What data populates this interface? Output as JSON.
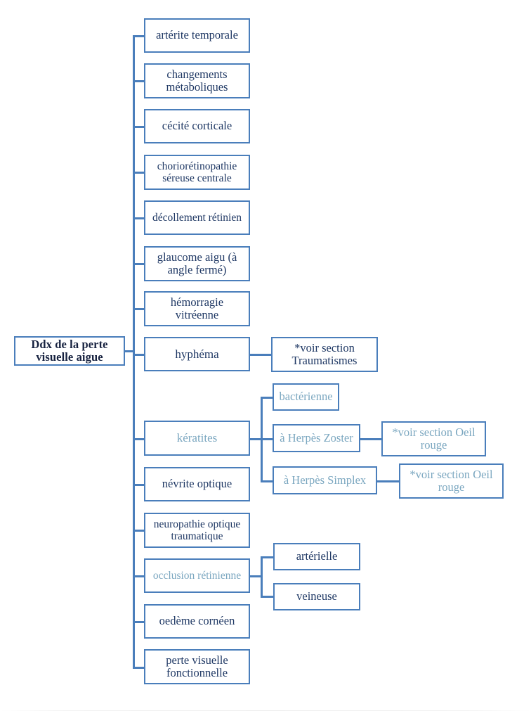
{
  "diagram": {
    "type": "tree",
    "title_node": "Ddx de la perte visuelle aigue",
    "root": {
      "label": "Ddx de la perte visuelle aigue",
      "style": "root-bold-dark"
    },
    "level1": [
      {
        "label": "artérite temporale",
        "style": "dark",
        "children": []
      },
      {
        "label": "changements métaboliques",
        "style": "dark",
        "children": []
      },
      {
        "label": "cécité corticale",
        "style": "dark",
        "children": []
      },
      {
        "label": "choriorétinopathie séreuse centrale",
        "style": "dark",
        "children": []
      },
      {
        "label": "décollement rétinien",
        "style": "dark",
        "children": []
      },
      {
        "label": "glaucome aigu (à angle fermé)",
        "style": "dark",
        "children": []
      },
      {
        "label": "hémorragie vitréenne",
        "style": "dark",
        "children": []
      },
      {
        "label": "hyphéma",
        "style": "dark",
        "children": [
          "*voir section Traumatismes"
        ]
      },
      {
        "label": "kératites",
        "style": "light",
        "children": [
          "bactérienne",
          "à Herpès Zoster",
          "à Herpès Simplex"
        ]
      },
      {
        "label": "névrite optique",
        "style": "dark",
        "children": []
      },
      {
        "label": "neuropathie optique traumatique",
        "style": "dark",
        "children": []
      },
      {
        "label": "occlusion rétinienne",
        "style": "light",
        "children": [
          "artérielle",
          "veineuse"
        ]
      },
      {
        "label": "oedème cornéen",
        "style": "dark",
        "children": []
      },
      {
        "label": "perte visuelle fonctionnelle",
        "style": "dark",
        "children": []
      }
    ],
    "nodes": {
      "arterite_temporale": {
        "line1": "artérite temporale",
        "line2": ""
      },
      "changements": {
        "line1": "changements",
        "line2": "métaboliques"
      },
      "cecite_corticale": {
        "line1": "cécité corticale",
        "line2": ""
      },
      "choriorétinopathie": {
        "line1": "choriorétinopathie",
        "line2": "séreuse centrale"
      },
      "decollement_retinien": {
        "line1": "décollement rétinien",
        "line2": ""
      },
      "glaucome_aigu": {
        "line1": "glaucome aigu (à",
        "line2": "angle fermé)"
      },
      "hemorragie_vitreenne": {
        "line1": "hémorragie",
        "line2": "vitréenne"
      },
      "hyphema": {
        "line1": "hyphéma",
        "line2": ""
      },
      "keratites": {
        "line1": "kératites",
        "line2": ""
      },
      "nevrite_optique": {
        "line1": "névrite optique",
        "line2": ""
      },
      "neuropathie_optique": {
        "line1": "neuropathie optique",
        "line2": "traumatique"
      },
      "occlusion_retinienne": {
        "line1": "occlusion rétinienne",
        "line2": ""
      },
      "oedeme_corneen": {
        "line1": "oedème cornéen",
        "line2": ""
      },
      "perte_fonctionnelle": {
        "line1": "perte visuelle",
        "line2": "fonctionnelle"
      },
      "root": {
        "line1": "Ddx de la perte",
        "line2": "visuelle aigue"
      },
      "voir_traumatismes": {
        "line1": "*voir section",
        "line2": "Traumatismes"
      },
      "bacterienne": {
        "line1": "bactérienne",
        "line2": ""
      },
      "herpes_zoster": {
        "line1": "à Herpès Zoster",
        "line2": ""
      },
      "herpes_simplex": {
        "line1": "à Herpès Simplex",
        "line2": ""
      },
      "oeil_rouge_zoster": {
        "line1": "*voir section Oeil",
        "line2": "rouge"
      },
      "oeil_rouge_simplex": {
        "line1": "*voir section Oeil",
        "line2": "rouge"
      },
      "arterielle": {
        "line1": "artérielle",
        "line2": ""
      },
      "veineuse": {
        "line1": "veineuse",
        "line2": ""
      }
    },
    "colors": {
      "border": "#4a7ebb",
      "connector": "#4a7ebb",
      "text_dark": "#1f3864",
      "text_light": "#7ba7c0",
      "text_root": "#16213f",
      "background": "#ffffff"
    }
  }
}
